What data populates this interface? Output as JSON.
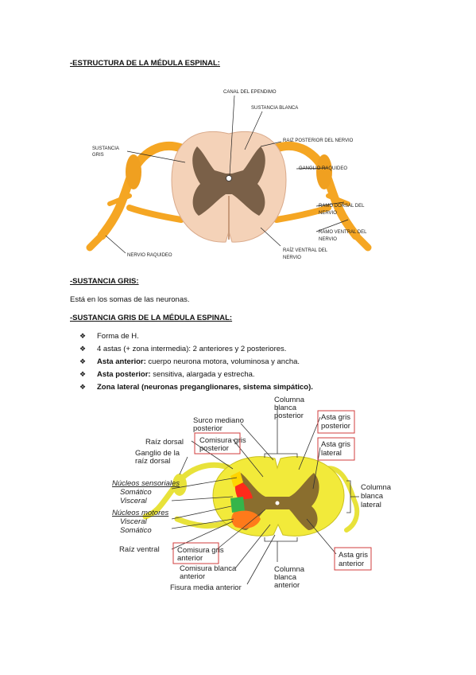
{
  "section1": {
    "heading": "-ESTRUCTURA DE LA MÉDULA ESPINAL:"
  },
  "figure1": {
    "labels": {
      "canal": "CANAL DEL EPENDIMO",
      "blanca": "SUSTANCIA BLANCA",
      "gris_1": "SUSTANCIA",
      "gris_2": "GRIS",
      "raiz_post": "RAIZ POSTERIOR DEL NERVIO",
      "ganglio": "GANGLIO RAQUIDEO",
      "ramo_dorsal_1": "RAMO DORSAL DEL",
      "ramo_dorsal_2": "NERVIO",
      "ramo_ventral_1": "RAMO VENTRAL DEL",
      "ramo_ventral_2": "NERVIO",
      "raiz_ventral_1": "RAÍZ VENTRAL DEL",
      "raiz_ventral_2": "NERVIO",
      "nervio_raquideo": "NERVIO RAQUIDEO"
    }
  },
  "section2": {
    "heading": "-SUSTANCIA GRIS:",
    "text": "Está en los somas de las neuronas."
  },
  "section3": {
    "heading": "-SUSTANCIA GRIS DE LA MÉDULA ESPINAL:",
    "bullet_mark": "❖",
    "bullets": [
      {
        "bold": "",
        "text": "Forma de H."
      },
      {
        "bold": "",
        "text": "4 astas (+ zona intermedia): 2 anteriores y 2 posteriores."
      },
      {
        "bold": "Asta anterior:",
        "text": " cuerpo neurona motora, voluminosa y ancha."
      },
      {
        "bold": "Asta posterior:",
        "text": " sensitiva, alargada y estrecha."
      },
      {
        "bold": "Zona lateral (neuronas preganglionares, sistema simpático).",
        "text": ""
      }
    ]
  },
  "figure2": {
    "labels": {
      "col_post_1": "Columna",
      "col_post_2": "blanca",
      "col_post_3": "posterior",
      "surco_1": "Surco mediano",
      "surco_2": "posterior",
      "raiz_dorsal": "Raíz dorsal",
      "ganglio_1": "Ganglio de la",
      "ganglio_2": "raíz dorsal",
      "com_post_1": "Comisura gris",
      "com_post_2": "posterior",
      "asta_post_1": "Asta gris",
      "asta_post_2": "posterior",
      "asta_lat_1": "Asta gris",
      "asta_lat_2": "lateral",
      "nucleos_sens": "Núcleos sensoriales",
      "somatico_1": "Somático",
      "visceral_1": "Visceral",
      "nucleos_mot": "Núcleos motores",
      "visceral_2": "Visceral",
      "somatico_2": "Somático",
      "col_lat_1": "Columna",
      "col_lat_2": "blanca",
      "col_lat_3": "lateral",
      "raiz_ventral": "Raíz ventral",
      "com_ant_1": "Comisura gris",
      "com_ant_2": "anterior",
      "com_blanca_1": "Comisura blanca",
      "com_blanca_2": "anterior",
      "fisura": "Fisura media anterior",
      "col_ant_1": "Columna",
      "col_ant_2": "blanca",
      "col_ant_3": "anterior",
      "asta_ant_1": "Asta gris",
      "asta_ant_2": "anterior"
    }
  },
  "colors": {
    "nerve": "#f5a623",
    "white_matter_1": "#f4d2b8",
    "grey_matter_1": "#7a6048",
    "white_matter_2": "#f2ea3a",
    "grey_matter_2": "#8a6e2e",
    "sensory_somatic": "#ff2a1a",
    "sensory_visceral": "#ffd400",
    "motor_visceral": "#35b54a",
    "motor_somatic": "#ff7a1a",
    "label_box": "#d23c3c"
  }
}
